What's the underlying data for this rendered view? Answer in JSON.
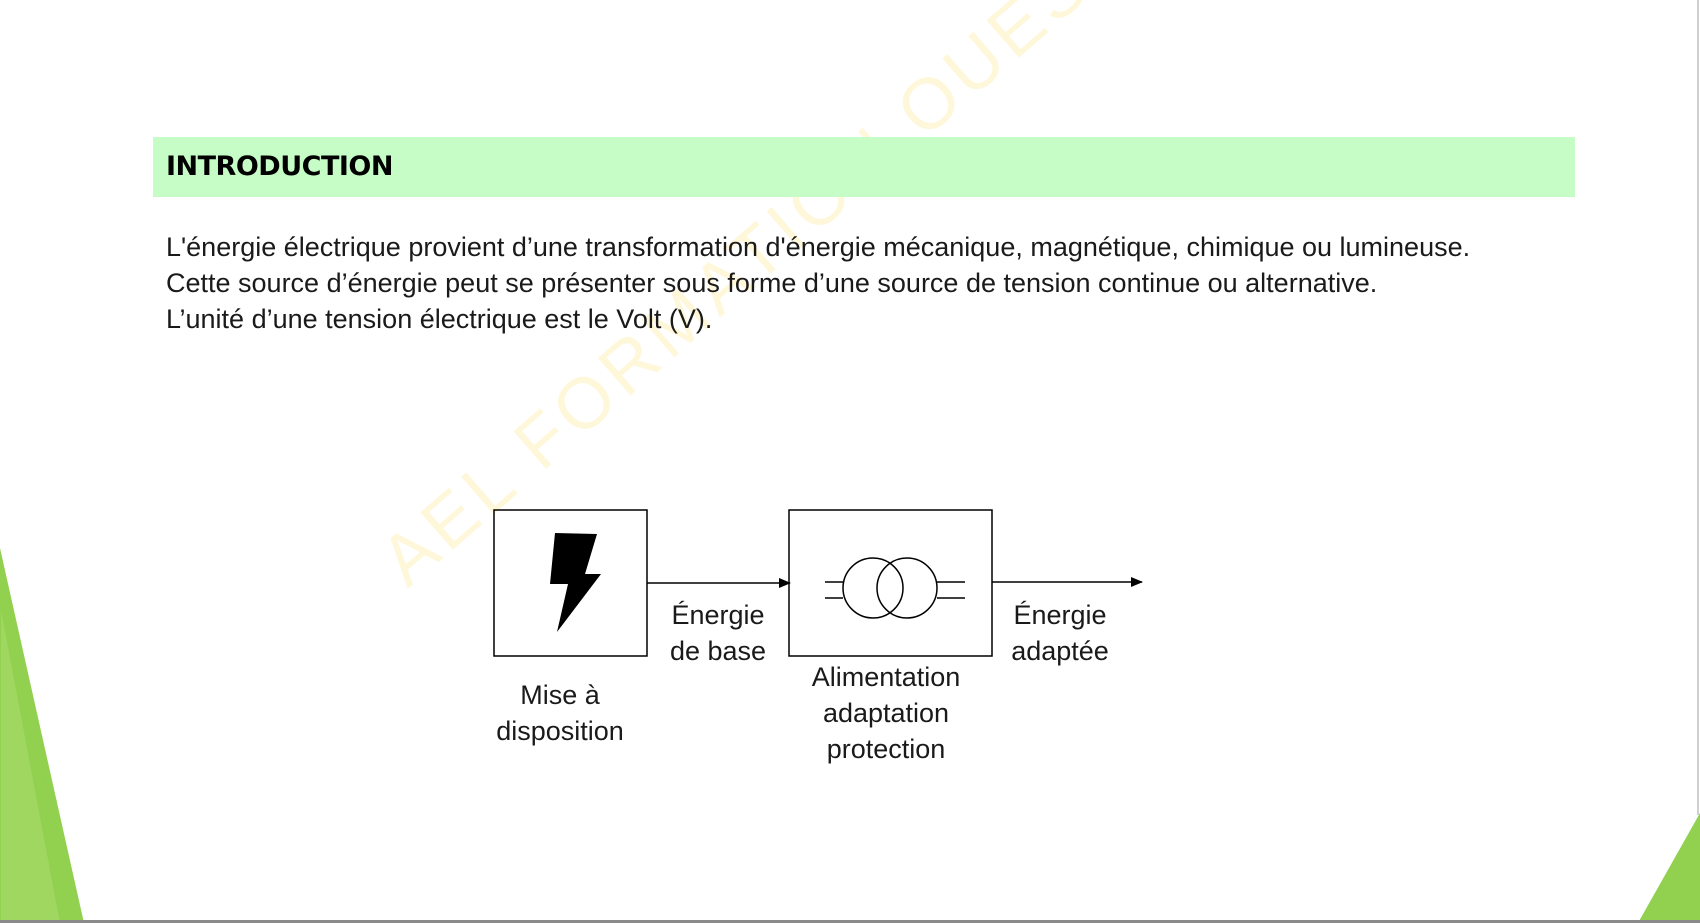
{
  "header": {
    "title": "INTRODUCTION"
  },
  "body": {
    "lines": [
      "L'énergie électrique provient d’une transformation d'énergie mécanique, magnétique, chimique ou lumineuse.",
      "Cette source d’énergie peut se présenter sous forme d’une source de tension continue ou alternative.",
      "L’unité d’une tension électrique est le Volt (V)."
    ]
  },
  "watermark": {
    "text": "AEL FORMATION OUEST"
  },
  "diagram": {
    "source": {
      "icon": "lightning-bolt-icon",
      "line1": "Mise à",
      "line2": "disposition"
    },
    "link1": {
      "line1": "Énergie",
      "line2": "de base"
    },
    "converter": {
      "icon": "transformer-icon",
      "line1": "Alimentation",
      "line2": "adaptation",
      "line3": "protection"
    },
    "link2": {
      "line1": "Énergie",
      "line2": "adaptée"
    }
  },
  "colors": {
    "header_bg": "#c6fcc6",
    "accent_green": "#92d050",
    "accent_green_light": "#a9dc6a",
    "watermark": "#ffdc50"
  }
}
